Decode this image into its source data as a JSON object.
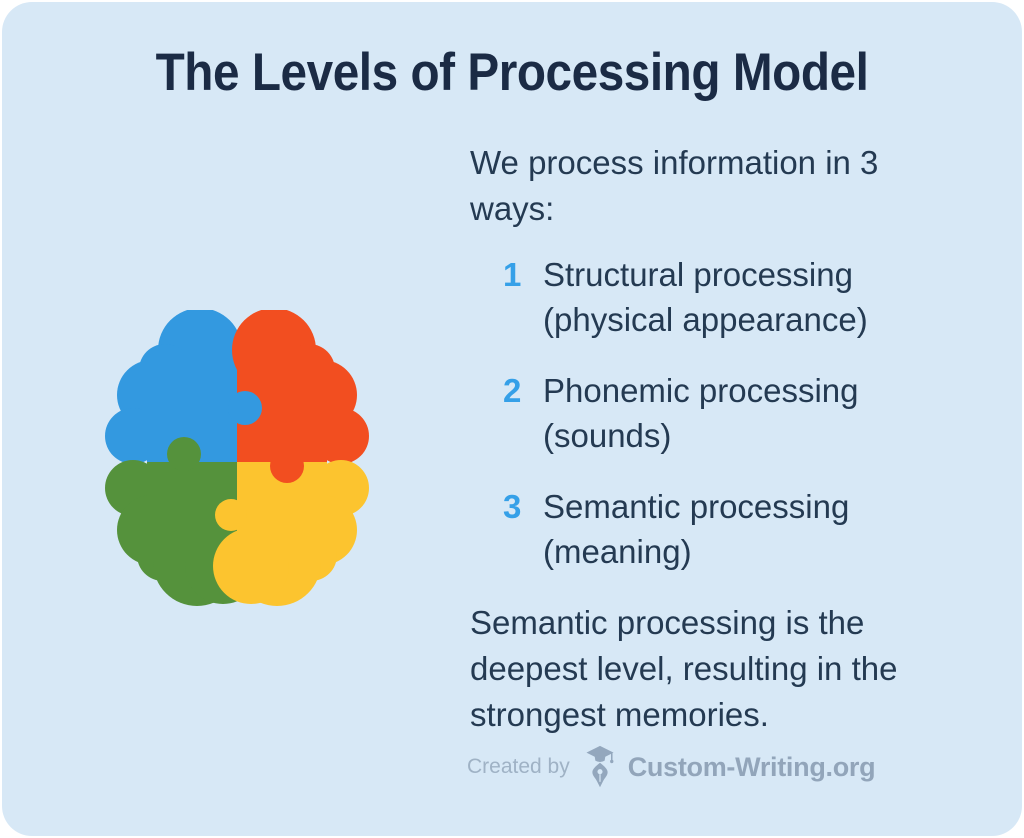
{
  "page": {
    "background": "#FFFFFF",
    "card_background": "#D7E8F6"
  },
  "title": "The Levels of Processing Model",
  "intro": {
    "lines": [
      "We process information in 3",
      "ways:"
    ]
  },
  "list": {
    "number_color": "#35A0E8",
    "items": [
      {
        "number": "1",
        "label": "Structural processing",
        "detail": "(physical appearance)"
      },
      {
        "number": "2",
        "label": "Phonemic processing",
        "detail": "(sounds)"
      },
      {
        "number": "3",
        "label": "Semantic processing",
        "detail": "(meaning)"
      }
    ]
  },
  "conclusion": {
    "lines": [
      "Semantic processing is the",
      "deepest level, resulting in the",
      "strongest memories."
    ]
  },
  "footer": {
    "created_by_label": "Created by",
    "brand": "Custom-Writing.org",
    "logo_icon": "graduation-cap-pen-icon",
    "text_color": "#9FB2C5",
    "brand_color": "#92A5BA",
    "logo_color": "#93A7BD"
  },
  "brain": {
    "icon": "puzzle-brain-icon",
    "colors": {
      "top_left": "#3399E0",
      "top_right": "#F24E20",
      "bottom_left": "#55923C",
      "bottom_right": "#FCC42F"
    }
  },
  "text_colors": {
    "title": "#1B2B45",
    "body": "#243A52"
  }
}
